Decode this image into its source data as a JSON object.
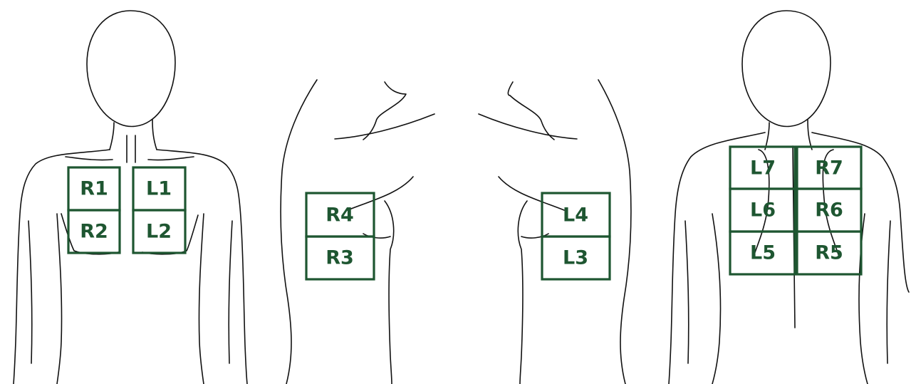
{
  "colors": {
    "zone": "#1e5631",
    "outline": "#111111",
    "background": "#ffffff"
  },
  "views": {
    "front": {
      "zones": [
        {
          "id": "R1",
          "label": "R1"
        },
        {
          "id": "R2",
          "label": "R2"
        },
        {
          "id": "L1",
          "label": "L1"
        },
        {
          "id": "L2",
          "label": "L2"
        }
      ]
    },
    "right_side": {
      "zones": [
        {
          "id": "R4",
          "label": "R4"
        },
        {
          "id": "R3",
          "label": "R3"
        }
      ]
    },
    "left_side": {
      "zones": [
        {
          "id": "L4",
          "label": "L4"
        },
        {
          "id": "L3",
          "label": "L3"
        }
      ]
    },
    "back": {
      "zones": [
        {
          "id": "L7",
          "label": "L7"
        },
        {
          "id": "L6",
          "label": "L6"
        },
        {
          "id": "L5",
          "label": "L5"
        },
        {
          "id": "R7",
          "label": "R7"
        },
        {
          "id": "R6",
          "label": "R6"
        },
        {
          "id": "R5",
          "label": "R5"
        }
      ]
    }
  }
}
